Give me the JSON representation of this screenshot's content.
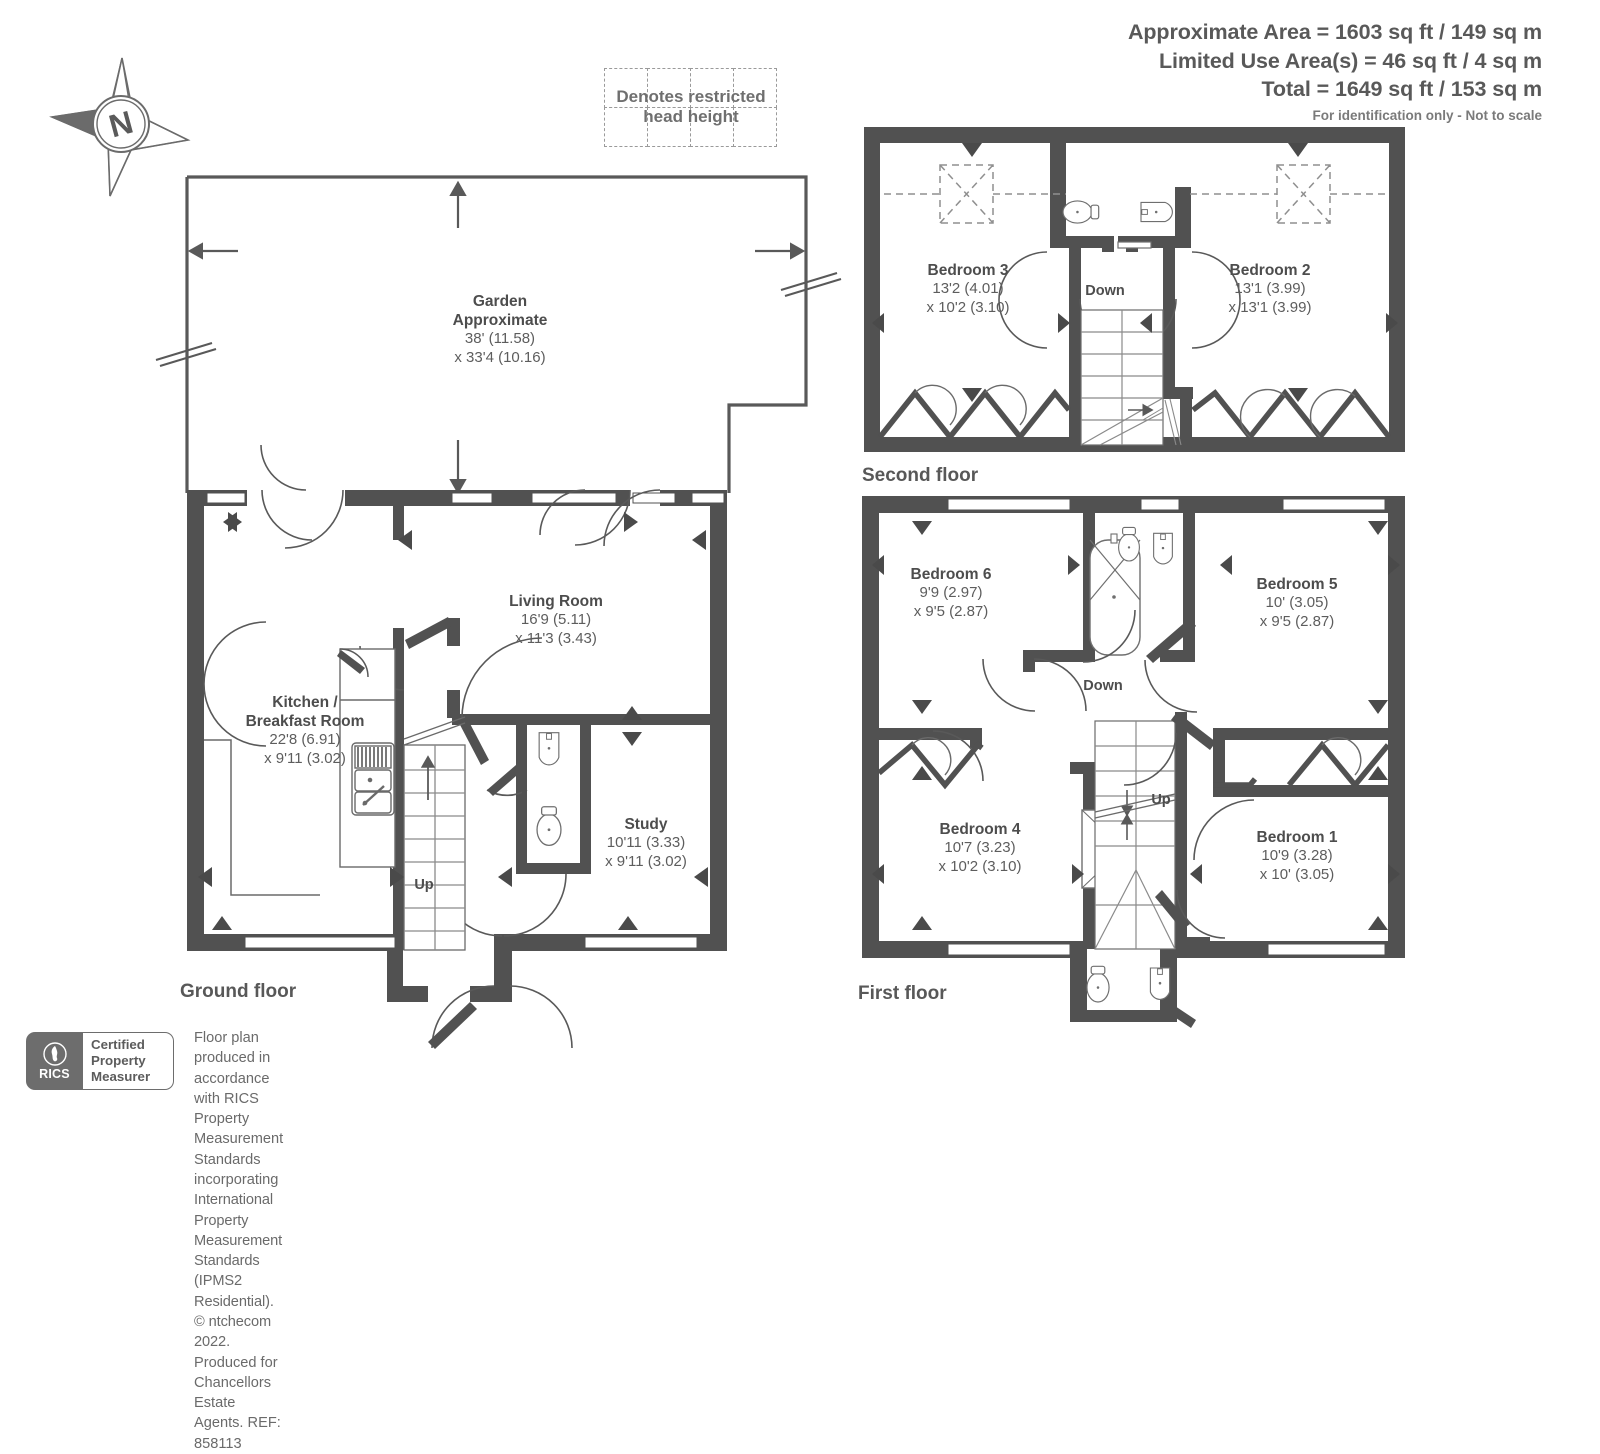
{
  "header": {
    "approximate_area": "Approximate Area = 1603 sq ft / 149 sq m",
    "limited_use_area": "Limited Use Area(s) = 46 sq ft / 4  sq m",
    "total": "Total = 1649 sq ft / 153 sq m",
    "note": "For identification only - Not to scale"
  },
  "legend": {
    "line1": "Denotes restricted",
    "line2": "head height"
  },
  "compass": {
    "label": "N"
  },
  "floors": {
    "ground": {
      "caption": "Ground floor"
    },
    "first": {
      "caption": "First floor"
    },
    "second": {
      "caption": "Second floor"
    }
  },
  "rooms": {
    "garden": {
      "name": "Garden",
      "name2": "Approximate",
      "dim1": "38' (11.58)",
      "dim2": "x 33'4 (10.16)"
    },
    "living": {
      "name": "Living Room",
      "dim1": "16'9 (5.11)",
      "dim2": "x 11'3 (3.43)"
    },
    "kitchen": {
      "name": "Kitchen /",
      "name2": "Breakfast Room",
      "dim1": "22'8 (6.91)",
      "dim2": "x 9'11 (3.02)"
    },
    "study": {
      "name": "Study",
      "dim1": "10'11 (3.33)",
      "dim2": "x 9'11 (3.02)"
    },
    "bed1": {
      "name": "Bedroom 1",
      "dim1": "10'9 (3.28)",
      "dim2": "x 10' (3.05)"
    },
    "bed2": {
      "name": "Bedroom 2",
      "dim1": "13'1 (3.99)",
      "dim2": "x 13'1 (3.99)"
    },
    "bed3": {
      "name": "Bedroom 3",
      "dim1": "13'2 (4.01)",
      "dim2": "x 10'2 (3.10)"
    },
    "bed4": {
      "name": "Bedroom 4",
      "dim1": "10'7 (3.23)",
      "dim2": "x 10'2 (3.10)"
    },
    "bed5": {
      "name": "Bedroom 5",
      "dim1": "10' (3.05)",
      "dim2": "x 9'5 (2.87)"
    },
    "bed6": {
      "name": "Bedroom 6",
      "dim1": "9'9 (2.97)",
      "dim2": "x 9'5 (2.87)"
    }
  },
  "stairs": {
    "ground_up": "Up",
    "first_down": "Down",
    "first_up": "Up",
    "second_down": "Down"
  },
  "footer": {
    "logo": {
      "brand": "RICS",
      "l1": "Certified",
      "l2": "Property",
      "l3": "Measurer"
    },
    "line1": "Floor plan produced in accordance with RICS Property Measurement Standards incorporating",
    "line2": "International Property Measurement Standards (IPMS2 Residential).   © ntchecom 2022.",
    "line3": "Produced for Chancellors Estate Agents.   REF: 858113"
  },
  "colors": {
    "wall": "#515151",
    "thin_line": "#595959",
    "text": "#5a5a5a",
    "fixture": "#6f6f6f",
    "dashed": "#8f8f8f"
  }
}
